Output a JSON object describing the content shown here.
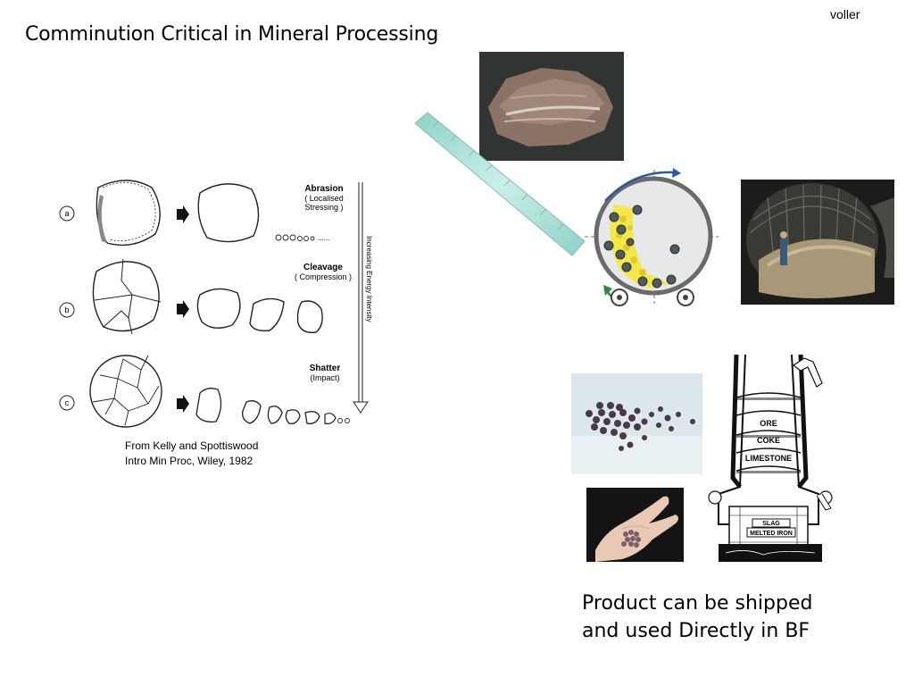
{
  "slide": {
    "author": "voller",
    "title": "Comminution Critical in Mineral Processing",
    "credit_line1": "From Kelly and Spottiswood",
    "credit_line2": "Intro Min Proc, Wiley, 1982",
    "product_line1": "Product can be shipped",
    "product_line2": "and used Directly in BF"
  },
  "mechanisms": {
    "rows": [
      {
        "letter": "a",
        "name": "Abrasion",
        "detail": "( Localised Stressing )"
      },
      {
        "letter": "b",
        "name": "Cleavage",
        "detail": "( Compression )"
      },
      {
        "letter": "c",
        "name": "Shatter",
        "detail": "(Impact)"
      }
    ],
    "axis_label": "Increasing   Energy   Intensity"
  },
  "furnace": {
    "layers": [
      "ORE",
      "COKE",
      "LIMESTONE",
      "SLAG",
      "MELTED IRON"
    ]
  },
  "colors": {
    "ball_gray": "#4f5a5c",
    "charge_yellow": "#f3e74a",
    "rod_teal": "#a9dcd4",
    "arrow_blue": "#2c5aa0",
    "arrow_green": "#2a8a3e"
  }
}
